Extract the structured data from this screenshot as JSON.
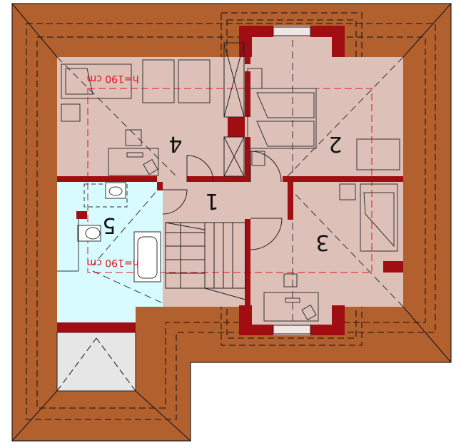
{
  "rooms": [
    {
      "label": "1"
    },
    {
      "label": "2"
    },
    {
      "label": "3"
    },
    {
      "label": "4"
    },
    {
      "label": "5"
    }
  ],
  "height_notes": [
    {
      "text": "h=190 cm"
    },
    {
      "text": "h=190 cm"
    }
  ],
  "colors": {
    "roof": "#b3602f",
    "floor": "#ddc0b8",
    "bathroom": "#d7fbfe",
    "wall": "#a00d12",
    "balcony": "#e6e6e6",
    "height_line": "#e0161b"
  }
}
